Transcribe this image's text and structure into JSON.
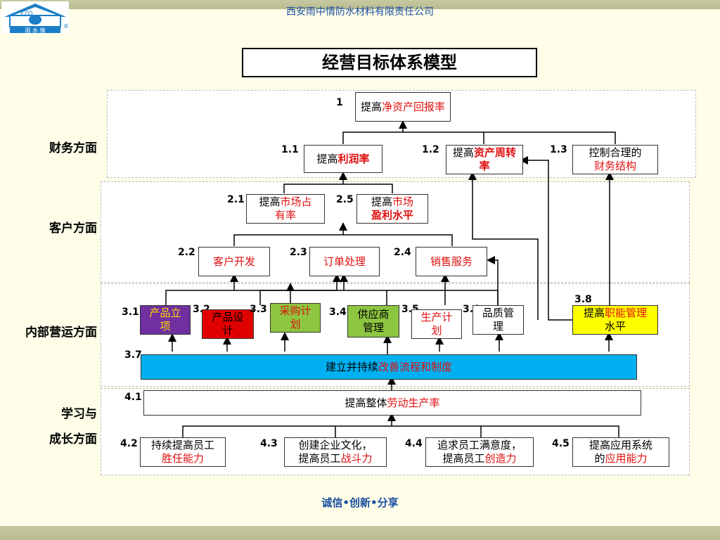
{
  "company_name": "西安雨中情防水材料有限责任公司",
  "title": "经营目标体系模型",
  "footer": "诚信•创新•分享",
  "logo": {
    "text": "雨 水 情",
    "mark": "®",
    "abbr": "YZQ"
  },
  "sections": {
    "financial": "财务方面",
    "customer": "客户方面",
    "internal": "内部营运方面",
    "learning_1": "学习与",
    "learning_2": "成长方面"
  },
  "nodes": {
    "n1": {
      "num": "1",
      "pre": "提高",
      "hl": "净资产回报率",
      "post": ""
    },
    "n1_1": {
      "num": "1.1",
      "pre": "提高",
      "hl": "利润率",
      "post": ""
    },
    "n1_2": {
      "num": "1.2",
      "pre": "提高",
      "hl": "资产周转率",
      "post": ""
    },
    "n1_3": {
      "num": "1.3",
      "pre": "控制合理的",
      "hl": "财务结构",
      "post": ""
    },
    "n2_1": {
      "num": "2.1",
      "pre": "提高",
      "hl": "市场占有率",
      "post": ""
    },
    "n2_5": {
      "num": "2.5",
      "pre": "提高",
      "hl": "市场",
      "hl2": "盈利水平"
    },
    "n2_2": {
      "num": "2.2",
      "text": "客户开发"
    },
    "n2_3": {
      "num": "2.3",
      "text": "订单处理"
    },
    "n2_4": {
      "num": "2.4",
      "text": "销售服务"
    },
    "n3_1": {
      "num": "3.1",
      "text": "产品立项"
    },
    "n3_2": {
      "num": "3.2",
      "text": "产品设计"
    },
    "n3_3": {
      "num": "3.3",
      "text": "采购计划"
    },
    "n3_4": {
      "num": "3.4",
      "text": "供应商管理"
    },
    "n3_5": {
      "num": "3.5",
      "text": "生产计划"
    },
    "n3_6": {
      "num": "3.6",
      "text": "品质管理"
    },
    "n3_8": {
      "num": "3.8",
      "pre": "提高",
      "hl": "职能管理",
      "post": "水平"
    },
    "n3_7": {
      "num": "3.7",
      "pre": "建立并持续",
      "hl": "改善流程和制度"
    },
    "n4_1": {
      "num": "4.1",
      "pre": "提高整体",
      "hl": "劳动生产率"
    },
    "n4_2": {
      "num": "4.2",
      "line1": "持续提高员工",
      "hl": "胜任能力"
    },
    "n4_3": {
      "num": "4.3",
      "line1": "创建企业文化，",
      "pre": "提高员工",
      "hl": "战斗力"
    },
    "n4_4": {
      "num": "4.4",
      "line1": "追求员工满意度，",
      "pre": "提高员工",
      "hl": "创造力"
    },
    "n4_5": {
      "num": "4.5",
      "line1": "提高应用系统",
      "pre": "的",
      "hl": "应用能力"
    }
  },
  "colors": {
    "highlight_text": "#e01010",
    "purple": "#7030a0",
    "red": "#e00000",
    "green": "#8dc641",
    "yellow": "#ffff00",
    "blue": "#00b0f0",
    "header_text": "#1a4fa0"
  }
}
